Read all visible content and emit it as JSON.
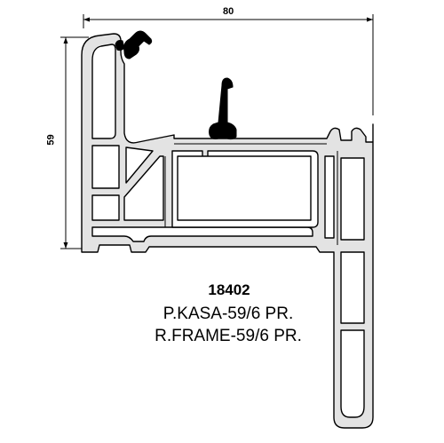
{
  "dimensions": {
    "width": "80",
    "height": "59"
  },
  "product": {
    "code": "18402",
    "name_line_1": "P.KASA-59/6 PR.",
    "name_line_2": "R.FRAME-59/6 PR."
  },
  "colors": {
    "profile_fill": "#e3e3e3",
    "outline": "#000000",
    "gasket": "#000000"
  }
}
